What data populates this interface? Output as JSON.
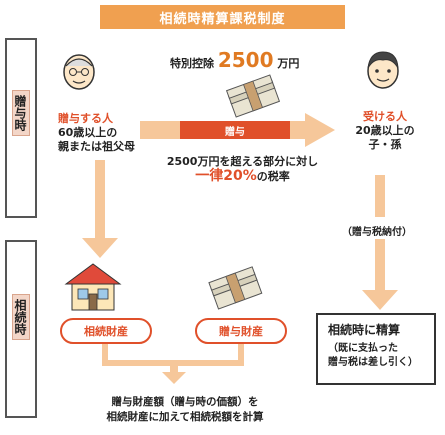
{
  "title": "相続時精算課税制度",
  "side": {
    "gift": "贈与時",
    "inheritance": "相続時"
  },
  "giver": {
    "line1": "贈与する人",
    "line2": "60歳以上の",
    "line3": "親または祖父母"
  },
  "receiver": {
    "line1": "受ける人",
    "line2": "20歳以上の",
    "line3": "子・孫"
  },
  "deduction": {
    "prefix": "特別控除",
    "amount": "2500",
    "unit": "万円"
  },
  "arrow_label": "贈与",
  "tax": {
    "line1": "2500万円を超える部分に対し",
    "line2_pct": "一律20%",
    "line2_rest": "の税率"
  },
  "paid_label": "（贈与税納付）",
  "pills": {
    "estate": "相続財産",
    "gift": "贈与財産"
  },
  "settle": {
    "title": "相続時に精算",
    "sub1": "（既に支払った",
    "sub2": "贈与税は差し引く）"
  },
  "bottom": {
    "line1": "贈与財産額（贈与時の価額）を",
    "line2": "相続財産に加えて相続税額を計算"
  },
  "colors": {
    "accent": "#f0a050",
    "red": "#e0502a",
    "arrow_light": "#f6c79a",
    "side_fill": "#f3d6c8"
  }
}
